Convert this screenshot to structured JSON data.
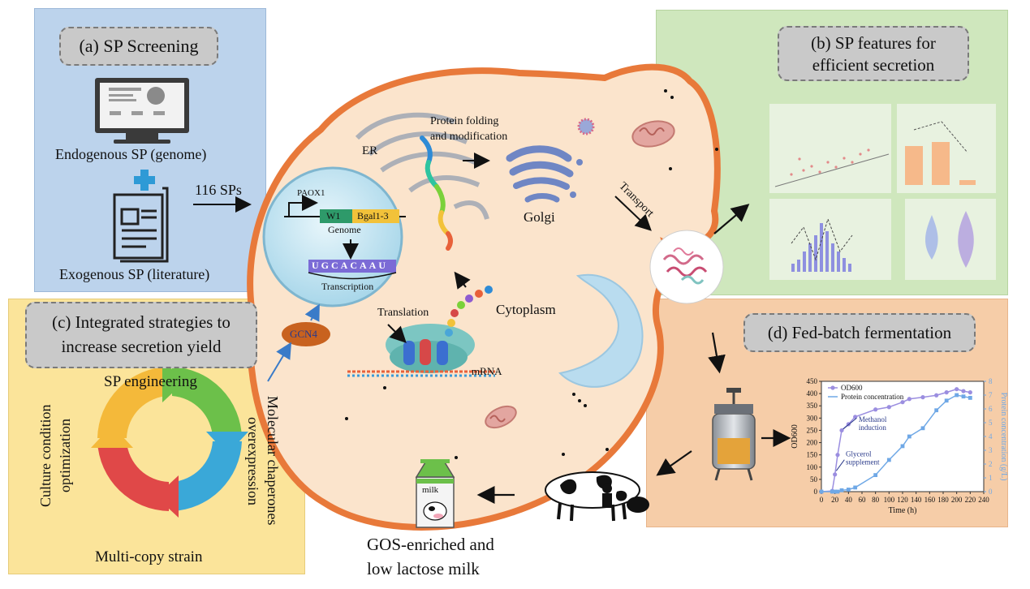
{
  "panel_a": {
    "title": "(a) SP Screening",
    "endogenous": "Endogenous SP (genome)",
    "exogenous": "Exogenous SP (literature)",
    "count": "116 SPs"
  },
  "panel_b": {
    "title_line1": "(b) SP features for",
    "title_line2": "efficient secretion"
  },
  "panel_c": {
    "title_line1": "(c) Integrated strategies to",
    "title_line2": "increase secretion yield",
    "sp_engineering": "SP engineering",
    "chaperones_line1": "Molecular chaperones",
    "chaperones_line2": "overexpression",
    "culture_line1": "Culture condition",
    "culture_line2": "optimization",
    "multicopy": "Multi-copy strain"
  },
  "panel_d": {
    "title": "(d) Fed-batch fermentation",
    "ylabel_left": "OD600",
    "ylabel_right": "Protein concentration (g/L)",
    "xlabel": "Time (h)",
    "legend_od": "OD600",
    "legend_protein": "Protein concentration",
    "annotation_methanol_1": "Methanol",
    "annotation_methanol_2": "induction",
    "annotation_glycerol_1": "Glycerol",
    "annotation_glycerol_2": "supplement"
  },
  "cell": {
    "er": "ER",
    "folding_line1": "Protein folding",
    "folding_line2": "and modification",
    "golgi": "Golgi",
    "transport": "Transport",
    "genome": "Genome",
    "promoter": "PAOX1",
    "w1": "W1",
    "bgal": "Bgal1-3",
    "mrna_seq": "UGCACAAU",
    "transcription": "Transcription",
    "translation": "Translation",
    "cytoplasm": "Cytoplasm",
    "mrna": "mRNA",
    "gcn4": "GCN4"
  },
  "milk": {
    "line1": "GOS-enriched and",
    "line2": "low lactose milk",
    "carton": "milk"
  },
  "colors": {
    "cell_border": "#e8793a",
    "cell_fill": "#fbe4cc",
    "od_series": "#9b8ee0",
    "protein_series": "#6fa8e6"
  },
  "chart_data": {
    "type": "line",
    "xlabel": "Time (h)",
    "ylabel": "OD600",
    "y2label": "Protein concentration (g/L)",
    "xlim": [
      0,
      240
    ],
    "ylim": [
      0,
      450
    ],
    "y2lim": [
      0,
      8
    ],
    "xticks": [
      0,
      20,
      40,
      60,
      80,
      100,
      120,
      140,
      160,
      180,
      200,
      220,
      240
    ],
    "yticks": [
      0,
      50,
      100,
      150,
      200,
      250,
      300,
      350,
      400,
      450
    ],
    "y2ticks": [
      0,
      1,
      2,
      3,
      4,
      5,
      6,
      7,
      8
    ],
    "legend": "top-left",
    "series": [
      {
        "name": "OD600",
        "axis": "left",
        "x": [
          0,
          16,
          20,
          24,
          30,
          40,
          50,
          80,
          100,
          120,
          130,
          150,
          170,
          185,
          200,
          210,
          220
        ],
        "y": [
          0,
          3,
          70,
          150,
          250,
          275,
          305,
          335,
          345,
          365,
          378,
          385,
          393,
          405,
          418,
          410,
          405
        ]
      },
      {
        "name": "Protein concentration",
        "axis": "right",
        "x": [
          0,
          16,
          20,
          24,
          30,
          40,
          50,
          80,
          100,
          120,
          130,
          150,
          170,
          185,
          200,
          210,
          220
        ],
        "y": [
          0,
          0,
          0,
          0,
          0.1,
          0.15,
          0.3,
          1.2,
          2.3,
          3.3,
          4.0,
          4.6,
          5.9,
          6.6,
          7.0,
          6.9,
          6.8
        ]
      }
    ]
  }
}
